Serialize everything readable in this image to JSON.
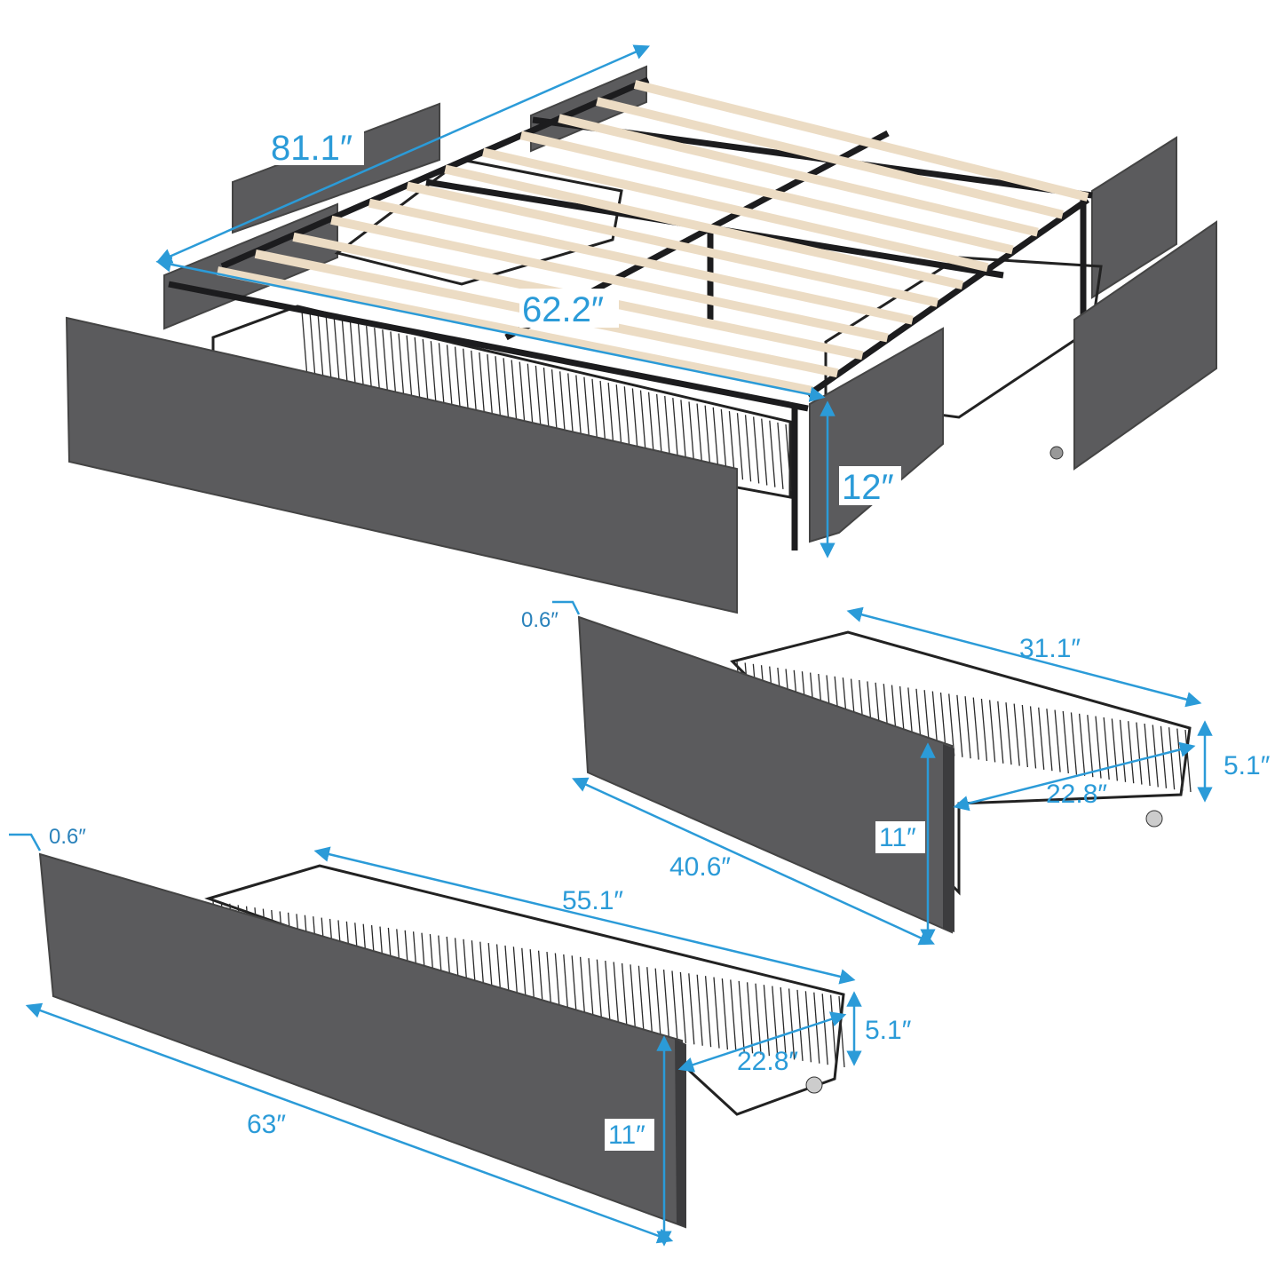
{
  "bed": {
    "length_label": "81.1″",
    "width_label": "62.2″",
    "height_label": "12″"
  },
  "small_drawer": {
    "thickness_label": "0.6″",
    "basket_length_label": "31.1″",
    "basket_height_label": "5.1″",
    "basket_depth_label": "22.8″",
    "panel_height_label": "11″",
    "panel_length_label": "40.6″"
  },
  "large_drawer": {
    "thickness_label": "0.6″",
    "basket_length_label": "55.1″",
    "basket_height_label": "5.1″",
    "basket_depth_label": "22.8″",
    "panel_length_label": "63″",
    "panel_height_label": "11″"
  },
  "colors": {
    "dimension": "#2b9bd8",
    "fabric": "#5b5b5d",
    "slat": "#ecdcc4",
    "frame": "#1c1c1e"
  }
}
